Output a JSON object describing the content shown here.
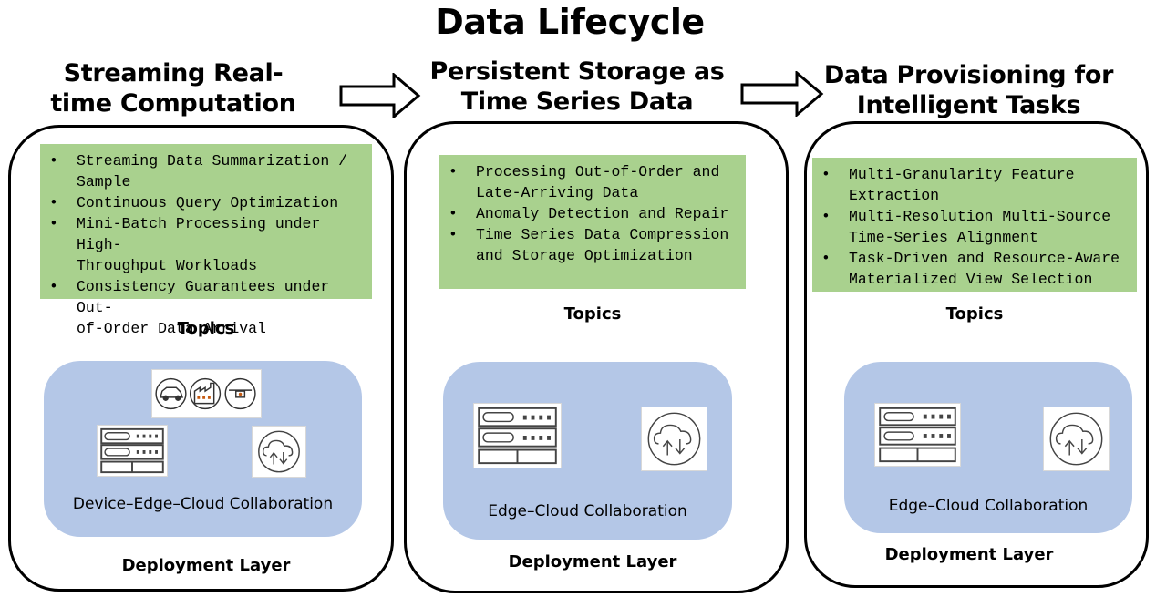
{
  "title": "Data Lifecycle",
  "columns": [
    {
      "title_lines": [
        "Streaming Real-",
        "time Computation"
      ],
      "topics": [
        [
          "Streaming Data Summarization /",
          "Sample"
        ],
        [
          "Continuous Query Optimization"
        ],
        [
          "Mini-Batch Processing under High-",
          "Throughput Workloads"
        ],
        [
          "Consistency Guarantees under Out-",
          "of-Order Data Arrival"
        ]
      ],
      "topics_label": "Topics",
      "deployment": "Device–Edge–Cloud Collaboration",
      "deployment_label": "Deployment Layer",
      "icons": [
        "car-icon",
        "factory-icon",
        "drone-icon",
        "server-icon",
        "cloud-sync-icon"
      ]
    },
    {
      "title_lines": [
        "Persistent Storage as",
        "Time Series Data"
      ],
      "topics": [
        [
          "Processing Out-of-Order and",
          "Late-Arriving Data"
        ],
        [
          "Anomaly Detection and Repair"
        ],
        [
          "Time Series Data Compression",
          "and Storage Optimization"
        ]
      ],
      "topics_label": "Topics",
      "deployment": "Edge–Cloud Collaboration",
      "deployment_label": "Deployment Layer",
      "icons": [
        "server-icon",
        "cloud-sync-icon"
      ]
    },
    {
      "title_lines": [
        "Data Provisioning for",
        "Intelligent Tasks"
      ],
      "topics": [
        [
          "Multi-Granularity Feature",
          "Extraction"
        ],
        [
          "Multi-Resolution Multi-Source",
          "Time-Series Alignment"
        ],
        [
          "Task-Driven and Resource-Aware",
          "Materialized View Selection"
        ]
      ],
      "topics_label": "Topics",
      "deployment": "Edge–Cloud Collaboration",
      "deployment_label": "Deployment Layer",
      "icons": [
        "server-icon",
        "cloud-sync-icon"
      ]
    }
  ],
  "colors": {
    "topics_bg": "#a9d18e",
    "deployment_bg": "#b4c7e7",
    "border": "#000000"
  }
}
